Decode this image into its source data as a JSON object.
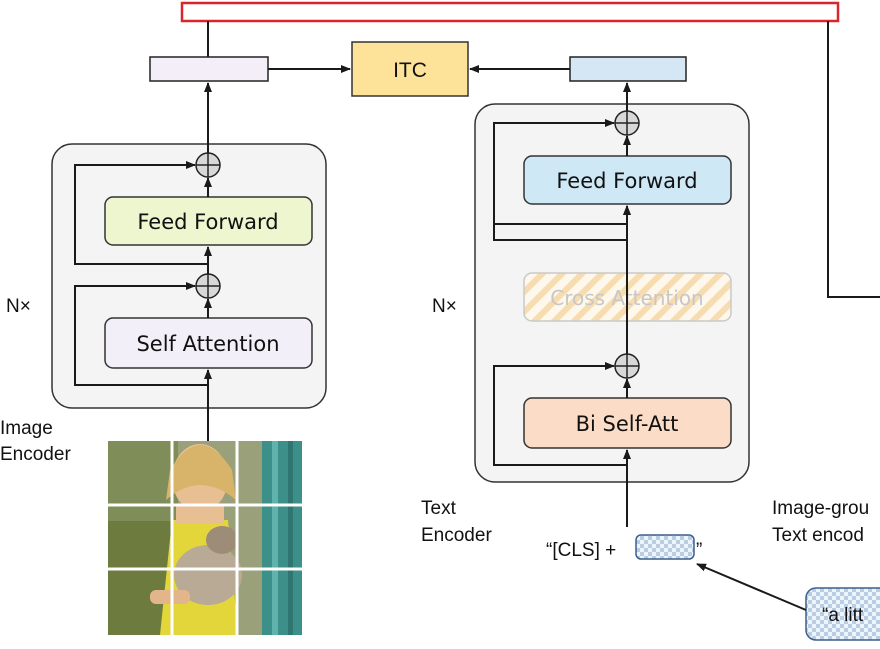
{
  "image_encoder": {
    "label_line1": "Image",
    "label_line2": "Encoder",
    "repeat_label": "N×",
    "feed_forward": "Feed Forward",
    "self_attention": "Self Attention"
  },
  "itc": {
    "label": "ITC"
  },
  "text_encoder": {
    "label_line1": "Text",
    "label_line2": "Encoder",
    "repeat_label": "N×",
    "feed_forward": "Feed Forward",
    "cross_attention": "Cross Attention",
    "bi_self_att": "Bi Self-Att",
    "input_prefix": "“[CLS] +",
    "input_suffix": "”"
  },
  "grounded_encoder": {
    "label_line1": "Image-grou",
    "label_line2": "Text encod"
  },
  "caption_input": {
    "text": "“a litt"
  },
  "colors": {
    "feed_forward_image": "#eef6cf",
    "self_attention": "#f3eff8",
    "feed_forward_text": "#cfe8f6",
    "bi_self_att": "#fbdcc6",
    "itc": "#fde39a",
    "highlight": "#d9262b"
  }
}
